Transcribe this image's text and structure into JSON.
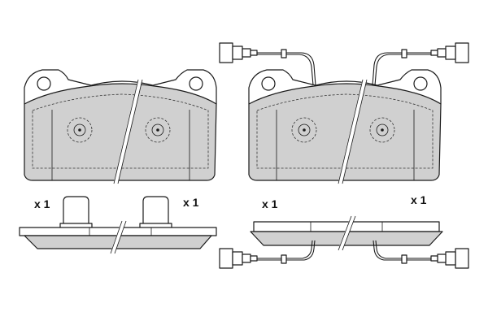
{
  "quantities": {
    "top_left_pad": "x 1",
    "top_right_pad": "x 1",
    "bottom_left_pad": "x 1",
    "bottom_right_pad": "x 1"
  },
  "colors": {
    "friction_fill": "#d0d0d0",
    "outline": "#1a1a1a"
  }
}
